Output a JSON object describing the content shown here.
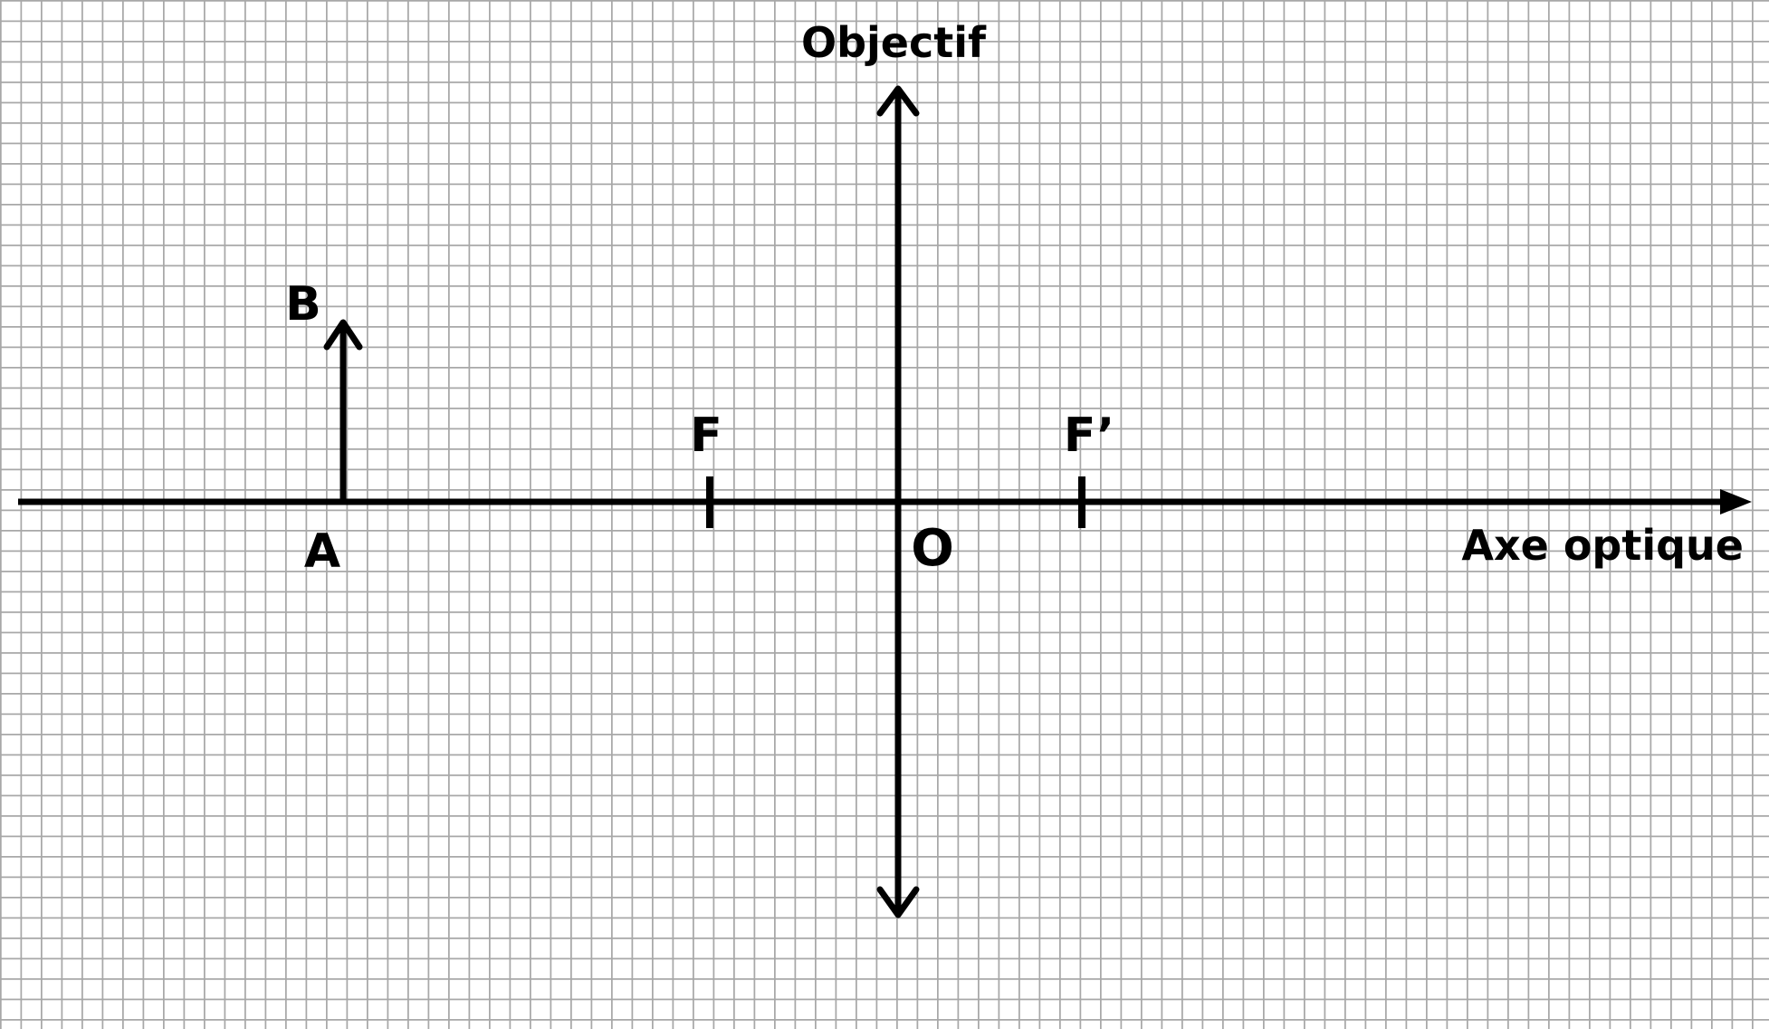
{
  "diagram": {
    "lens_label": "Objectif",
    "axis_label": "Axe optique",
    "points": {
      "A": "A",
      "B": "B",
      "F": "F",
      "F_prime": "F’",
      "O": "O"
    }
  },
  "colors": {
    "background": "#ffffff",
    "grid": "#a8a8a8",
    "ink": "#000000"
  }
}
